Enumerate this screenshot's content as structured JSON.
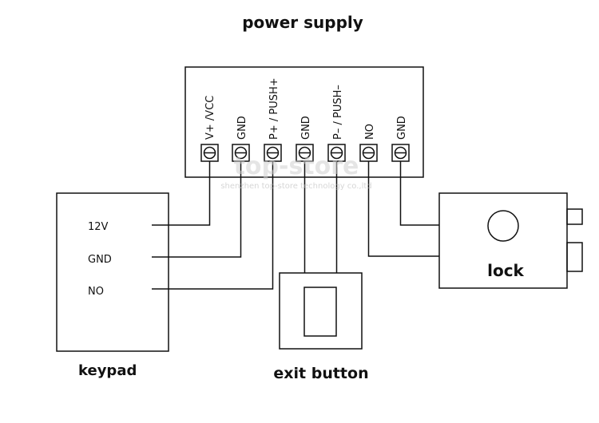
{
  "titles": {
    "power_supply": "power supply",
    "keypad": "keypad",
    "exit_button": "exit button",
    "lock": "lock"
  },
  "terminals": [
    {
      "label": "V+ /VCC"
    },
    {
      "label": "GND"
    },
    {
      "label": "P+  / PUSH+"
    },
    {
      "label": "GND"
    },
    {
      "label": "P–  / PUSH–"
    },
    {
      "label": "NO"
    },
    {
      "label": "GND"
    }
  ],
  "keypad": {
    "pins": [
      "12V",
      "GND",
      "NO"
    ]
  },
  "watermark": {
    "brand": "top-store",
    "company": "shenzhen top-store technology co.,ltd"
  }
}
